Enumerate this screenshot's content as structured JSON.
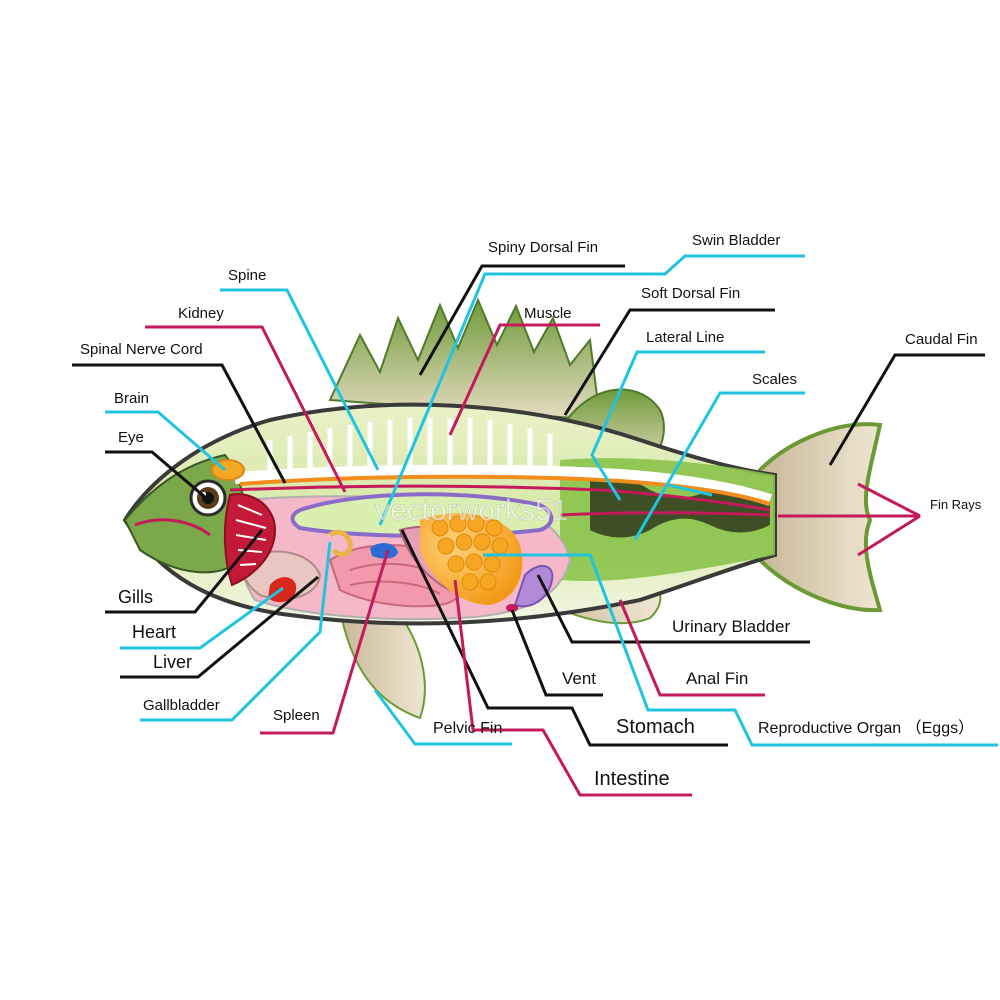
{
  "watermark": "vectorworks51",
  "colors": {
    "black": "#111111",
    "cyan": "#20c4e0",
    "magenta": "#c41a5c"
  },
  "labels": {
    "spiny_dorsal_fin": "Spiny Dorsal Fin",
    "swim_bladder": "Swin Bladder",
    "spine": "Spine",
    "muscle": "Muscle",
    "soft_dorsal_fin": "Soft Dorsal Fin",
    "kidney": "Kidney",
    "lateral_line": "Lateral Line",
    "caudal_fin": "Caudal Fin",
    "spinal_nerve_cord": "Spinal Nerve Cord",
    "scales": "Scales",
    "brain": "Brain",
    "eye": "Eye",
    "fin_rays": "Fin Rays",
    "gills": "Gills",
    "heart": "Heart",
    "liver": "Liver",
    "gallbladder": "Gallbladder",
    "spleen": "Spleen",
    "pelvic_fin": "Pelvic Fin",
    "urinary_bladder": "Urinary Bladder",
    "vent": "Vent",
    "anal_fin": "Anal Fin",
    "stomach": "Stomach",
    "reproductive_organ": "Reproductive Organ （Eggs）",
    "intestine": "Intestine"
  }
}
